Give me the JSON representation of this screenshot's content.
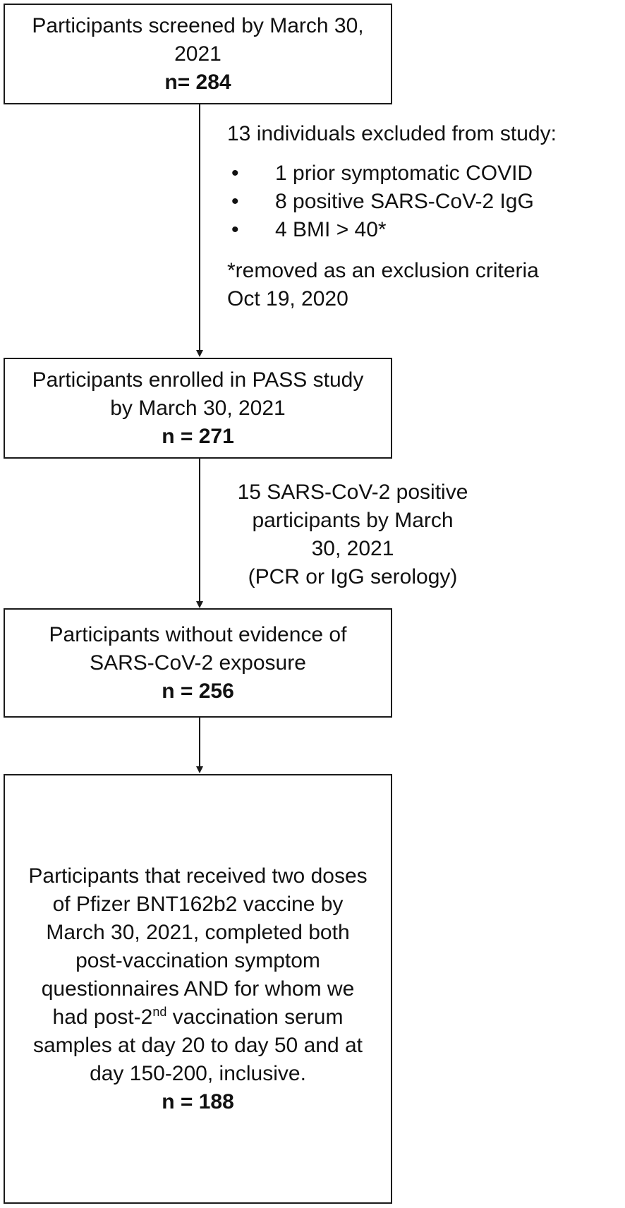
{
  "boxes": [
    {
      "line1": "Participants screened by March 30,",
      "line2": "2021",
      "n": "n= 284"
    },
    {
      "line1": "Participants enrolled in PASS study",
      "line2": "by March 30, 2021",
      "n": "n = 271"
    },
    {
      "line1": "Participants without evidence of",
      "line2": "SARS-CoV-2 exposure",
      "n": "n = 256"
    },
    {
      "lines": [
        "Participants that received two doses",
        "of Pfizer BNT162b2 vaccine by",
        "March 30, 2021, completed both",
        "post-vaccination symptom",
        "questionnaires AND for whom we"
      ],
      "line6_pre": "had post-2",
      "line6_sup": "nd",
      "line6_post": " vaccination serum",
      "line7": "samples at day 20 to day 50 and at",
      "line8": "day 150-200, inclusive.",
      "n": "n = 188"
    }
  ],
  "exclusion": {
    "heading": "13 individuals excluded from study:",
    "items": [
      "1 prior symptomatic COVID",
      "8 positive SARS-CoV-2 IgG",
      "4 BMI > 40*"
    ],
    "footnote_line1": "*removed as an exclusion criteria",
    "footnote_line2": "Oct 19, 2020"
  },
  "positives": {
    "lines": [
      "15 SARS-CoV-2 positive",
      "participants by  March",
      "30, 2021",
      "(PCR or IgG serology)"
    ]
  },
  "colors": {
    "stroke": "#1a1a1a",
    "text": "#111111",
    "background": "#ffffff"
  }
}
